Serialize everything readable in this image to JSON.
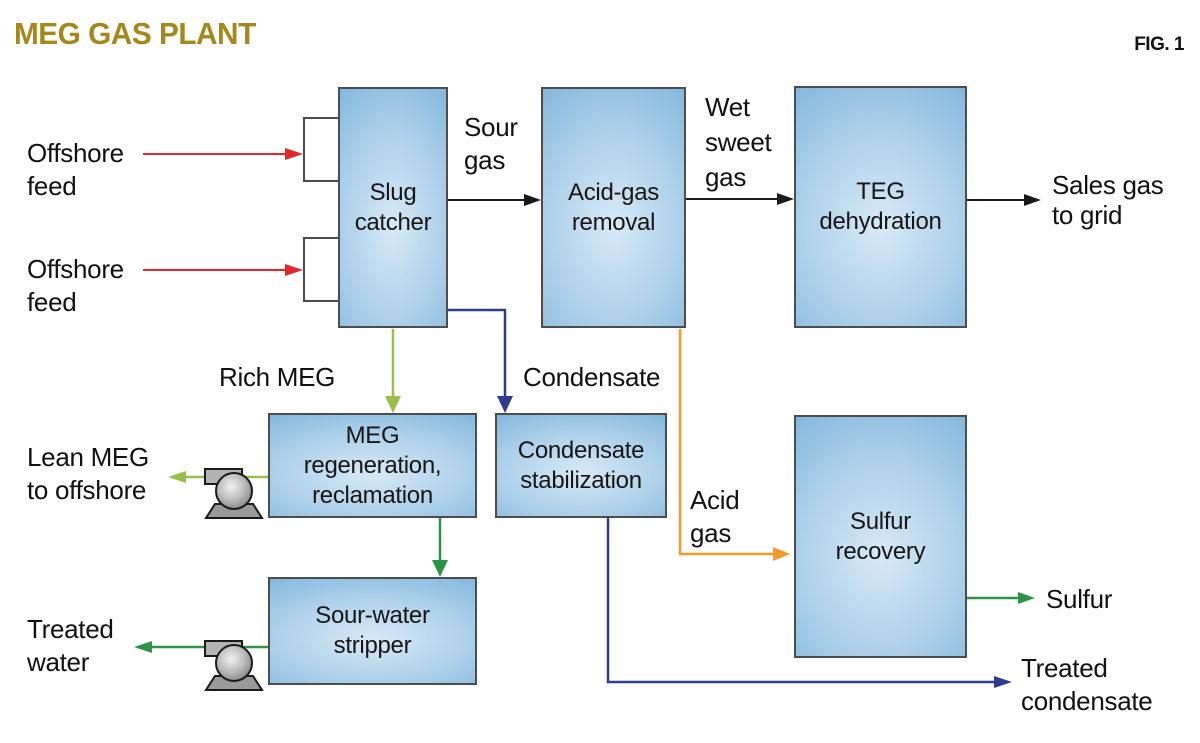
{
  "title": "MEG GAS PLANT",
  "figure_label": "FIG. 1",
  "colors": {
    "title_gold": "#a6871c",
    "stream_red": "#e5262c",
    "stream_black": "#1a1a1a",
    "stream_yellow_green": "#9abf4b",
    "stream_dark_green": "#2b9447",
    "stream_navy": "#303c8f",
    "stream_orange": "#f49a28",
    "box_border": "#4d4d4d",
    "box_fill_edge": "#79b1da",
    "box_fill_center": "#d8e9f6",
    "pump_gray_light": "#f2f2f2",
    "pump_gray_mid": "#b9b9b9",
    "pump_gray_dark": "#7d7d7d"
  },
  "boxes": {
    "slug_catcher": "Slug\ncatcher",
    "acid_gas_removal": "Acid-gas\nremoval",
    "teg_dehydration": "TEG\ndehydration",
    "meg_regeneration": "MEG\nregeneration,\nreclamation",
    "condensate_stabilization": "Condensate\nstabilization",
    "sulfur_recovery": "Sulfur\nrecovery",
    "sour_water_stripper": "Sour-water\nstripper"
  },
  "streams": {
    "offshore_feed_1": "Offshore\nfeed",
    "offshore_feed_2": "Offshore\nfeed",
    "sour_gas": "Sour\ngas",
    "wet_sweet_gas": "Wet\nsweet\ngas",
    "sales_gas_to_grid": "Sales gas\nto grid",
    "rich_meg": "Rich MEG",
    "condensate": "Condensate",
    "lean_meg_to_offshore": "Lean MEG\nto offshore",
    "acid_gas": "Acid\ngas",
    "treated_water": "Treated\nwater",
    "sulfur": "Sulfur",
    "treated_condensate": "Treated\ncondensate"
  }
}
